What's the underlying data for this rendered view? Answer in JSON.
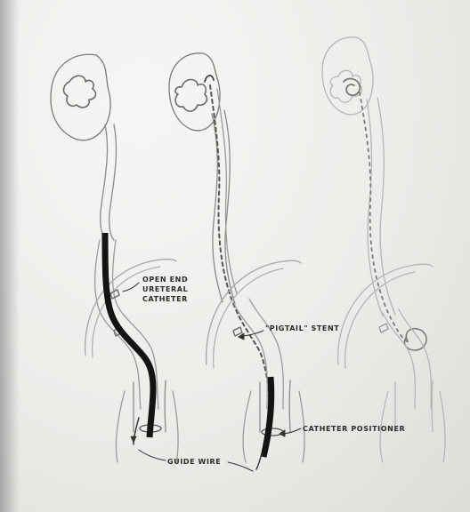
{
  "labels": {
    "open_end_line1": "OPEN END",
    "open_end_line2": "URETERAL",
    "open_end_line3": "CATHETER",
    "pigtail_stent": "\"PIGTAIL\" STENT",
    "catheter_positioner": "CATHETER POSITIONER",
    "guide_wire": "GUIDE WIRE"
  }
}
